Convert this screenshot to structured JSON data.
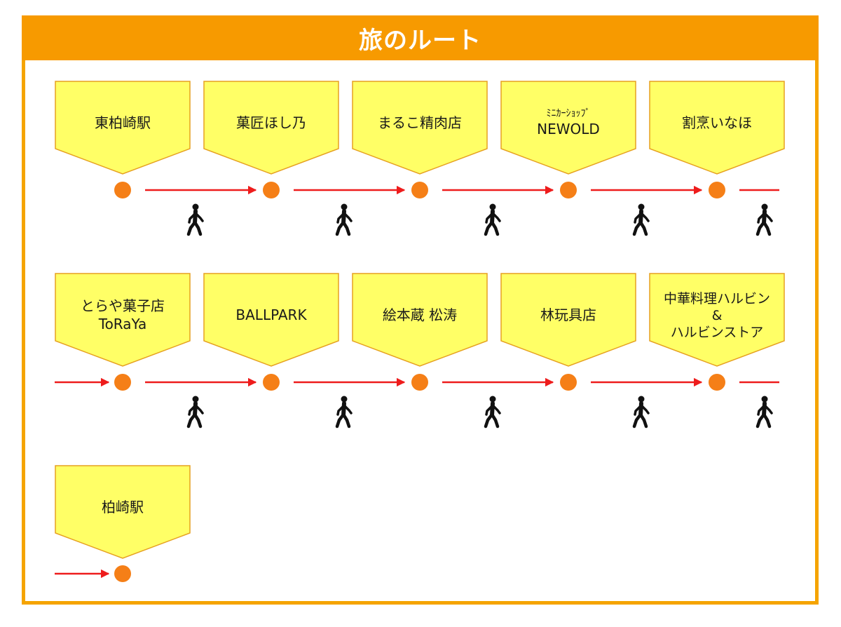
{
  "header": {
    "title": "旅のルート"
  },
  "colors": {
    "header_bg": "#f79a00",
    "frame": "#f5a400",
    "box_fill": "#ffff66",
    "box_stroke": "#e6a020",
    "node": "#f57f17",
    "arrow": "#ee1c1c",
    "walker": "#111111"
  },
  "icons": {
    "walker": "walking-person-icon"
  },
  "stops": [
    {
      "lines": [
        "東柏崎駅"
      ]
    },
    {
      "lines": [
        "菓匠ほし乃"
      ]
    },
    {
      "lines": [
        "まるこ精肉店"
      ]
    },
    {
      "lines": [
        "ﾐﾆｶｰｼｮｯﾌﾟ",
        "NEWOLD"
      ]
    },
    {
      "lines": [
        "割烹いなほ"
      ]
    },
    {
      "lines": [
        "とらや菓子店",
        "ToRaYa"
      ]
    },
    {
      "lines": [
        "BALLPARK"
      ]
    },
    {
      "lines": [
        "絵本蔵 松涛"
      ]
    },
    {
      "lines": [
        "林玩具店"
      ]
    },
    {
      "lines": [
        "中華料理ハルビン",
        "&",
        "ハルビンストア"
      ]
    },
    {
      "lines": [
        "柏崎駅"
      ]
    }
  ]
}
